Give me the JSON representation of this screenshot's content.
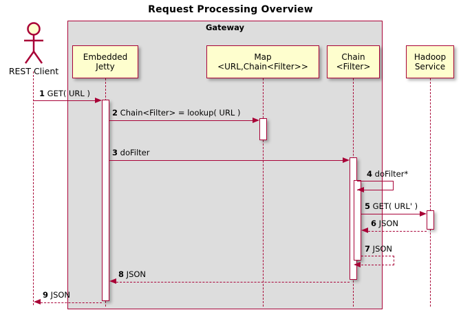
{
  "diagram": {
    "title": "Request Processing Overview",
    "type": "uml-sequence-diagram",
    "colors": {
      "participant_fill": "#FEFECE",
      "participant_border": "#A80036",
      "group_fill": "#DDDDDD",
      "arrow": "#A80036",
      "text": "#000000",
      "background": "#FFFFFF"
    }
  },
  "group": {
    "label": "Gateway"
  },
  "actor": {
    "name": "REST Client",
    "icon": "stick-figure-actor-icon"
  },
  "participants": [
    {
      "id": "jetty",
      "line1": "Embedded",
      "line2": "Jetty"
    },
    {
      "id": "map",
      "line1": "Map",
      "line2": "<URL,Chain<Filter>>"
    },
    {
      "id": "chain",
      "line1": "Chain",
      "line2": "<Filter>"
    },
    {
      "id": "hadoop",
      "line1": "Hadoop",
      "line2": "Service"
    }
  ],
  "messages": [
    {
      "num": "1",
      "text": "GET( URL )",
      "from": "REST Client",
      "to": "Embedded Jetty",
      "style": "solid"
    },
    {
      "num": "2",
      "text": "Chain<Filter> = lookup( URL )",
      "from": "Embedded Jetty",
      "to": "Map",
      "style": "solid"
    },
    {
      "num": "3",
      "text": "doFilter",
      "from": "Embedded Jetty",
      "to": "Chain",
      "style": "solid"
    },
    {
      "num": "4",
      "text": "doFilter*",
      "from": "Chain",
      "to": "Chain",
      "style": "solid"
    },
    {
      "num": "5",
      "text": "GET( URL' )",
      "from": "Chain",
      "to": "Hadoop Service",
      "style": "solid"
    },
    {
      "num": "6",
      "text": "JSON",
      "from": "Hadoop Service",
      "to": "Chain",
      "style": "dashed"
    },
    {
      "num": "7",
      "text": "JSON",
      "from": "Chain",
      "to": "Chain",
      "style": "dashed"
    },
    {
      "num": "8",
      "text": "JSON",
      "from": "Chain",
      "to": "Embedded Jetty",
      "style": "dashed"
    },
    {
      "num": "9",
      "text": "JSON",
      "from": "Embedded Jetty",
      "to": "REST Client",
      "style": "dashed"
    }
  ]
}
